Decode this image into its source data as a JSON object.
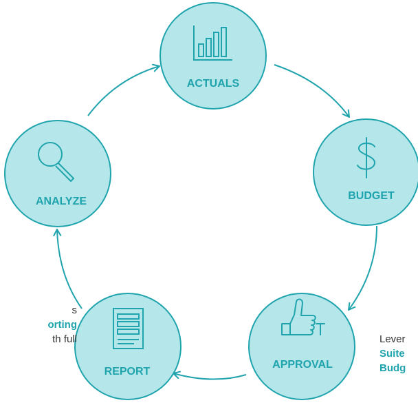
{
  "colors": {
    "fill": "#b5e7ea",
    "stroke": "#1fa3ad",
    "text": "#1fa3ad",
    "body_text": "#333333"
  },
  "nodes": [
    {
      "id": "actuals",
      "label": "ACTUALS",
      "icon": "bar-chart-icon"
    },
    {
      "id": "budget",
      "label": "BUDGET",
      "icon": "dollar-icon"
    },
    {
      "id": "approval",
      "label": "APPROVAL",
      "icon": "thumbs-up-icon"
    },
    {
      "id": "report",
      "label": "REPORT",
      "icon": "document-icon"
    },
    {
      "id": "analyze",
      "label": "ANALYZE",
      "icon": "magnifier-icon"
    }
  ],
  "edges": [
    {
      "from": "actuals",
      "to": "budget"
    },
    {
      "from": "budget",
      "to": "approval"
    },
    {
      "from": "approval",
      "to": "report"
    },
    {
      "from": "report",
      "to": "analyze"
    },
    {
      "from": "analyze",
      "to": "actuals"
    }
  ],
  "left_note": {
    "line1": "s",
    "line2": "orting",
    "line3": "th full"
  },
  "right_note": {
    "line1": "Lever",
    "line2": "Suite",
    "line3": "Budg"
  }
}
